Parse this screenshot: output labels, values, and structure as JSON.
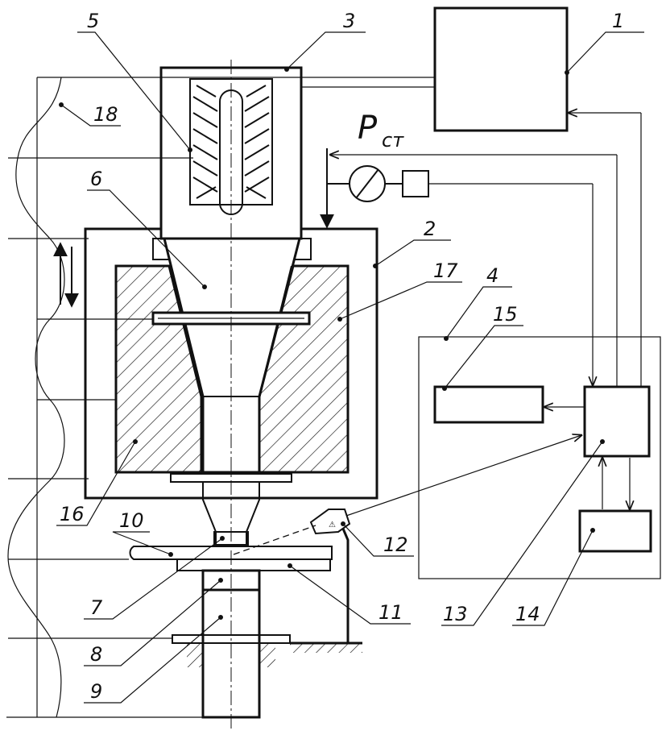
{
  "pressure_label": {
    "main": "P",
    "sub": "ст"
  },
  "labels": {
    "l1": "1",
    "l2": "2",
    "l3": "3",
    "l4": "4",
    "l5": "5",
    "l6": "6",
    "l7": "7",
    "l8": "8",
    "l9": "9",
    "l10": "10",
    "l11": "11",
    "l12": "12",
    "l13": "13",
    "l14": "14",
    "l15": "15",
    "l16": "16",
    "l17": "17",
    "l18": "18"
  },
  "colors": {
    "ink": "#111111",
    "background": "#ffffff"
  }
}
